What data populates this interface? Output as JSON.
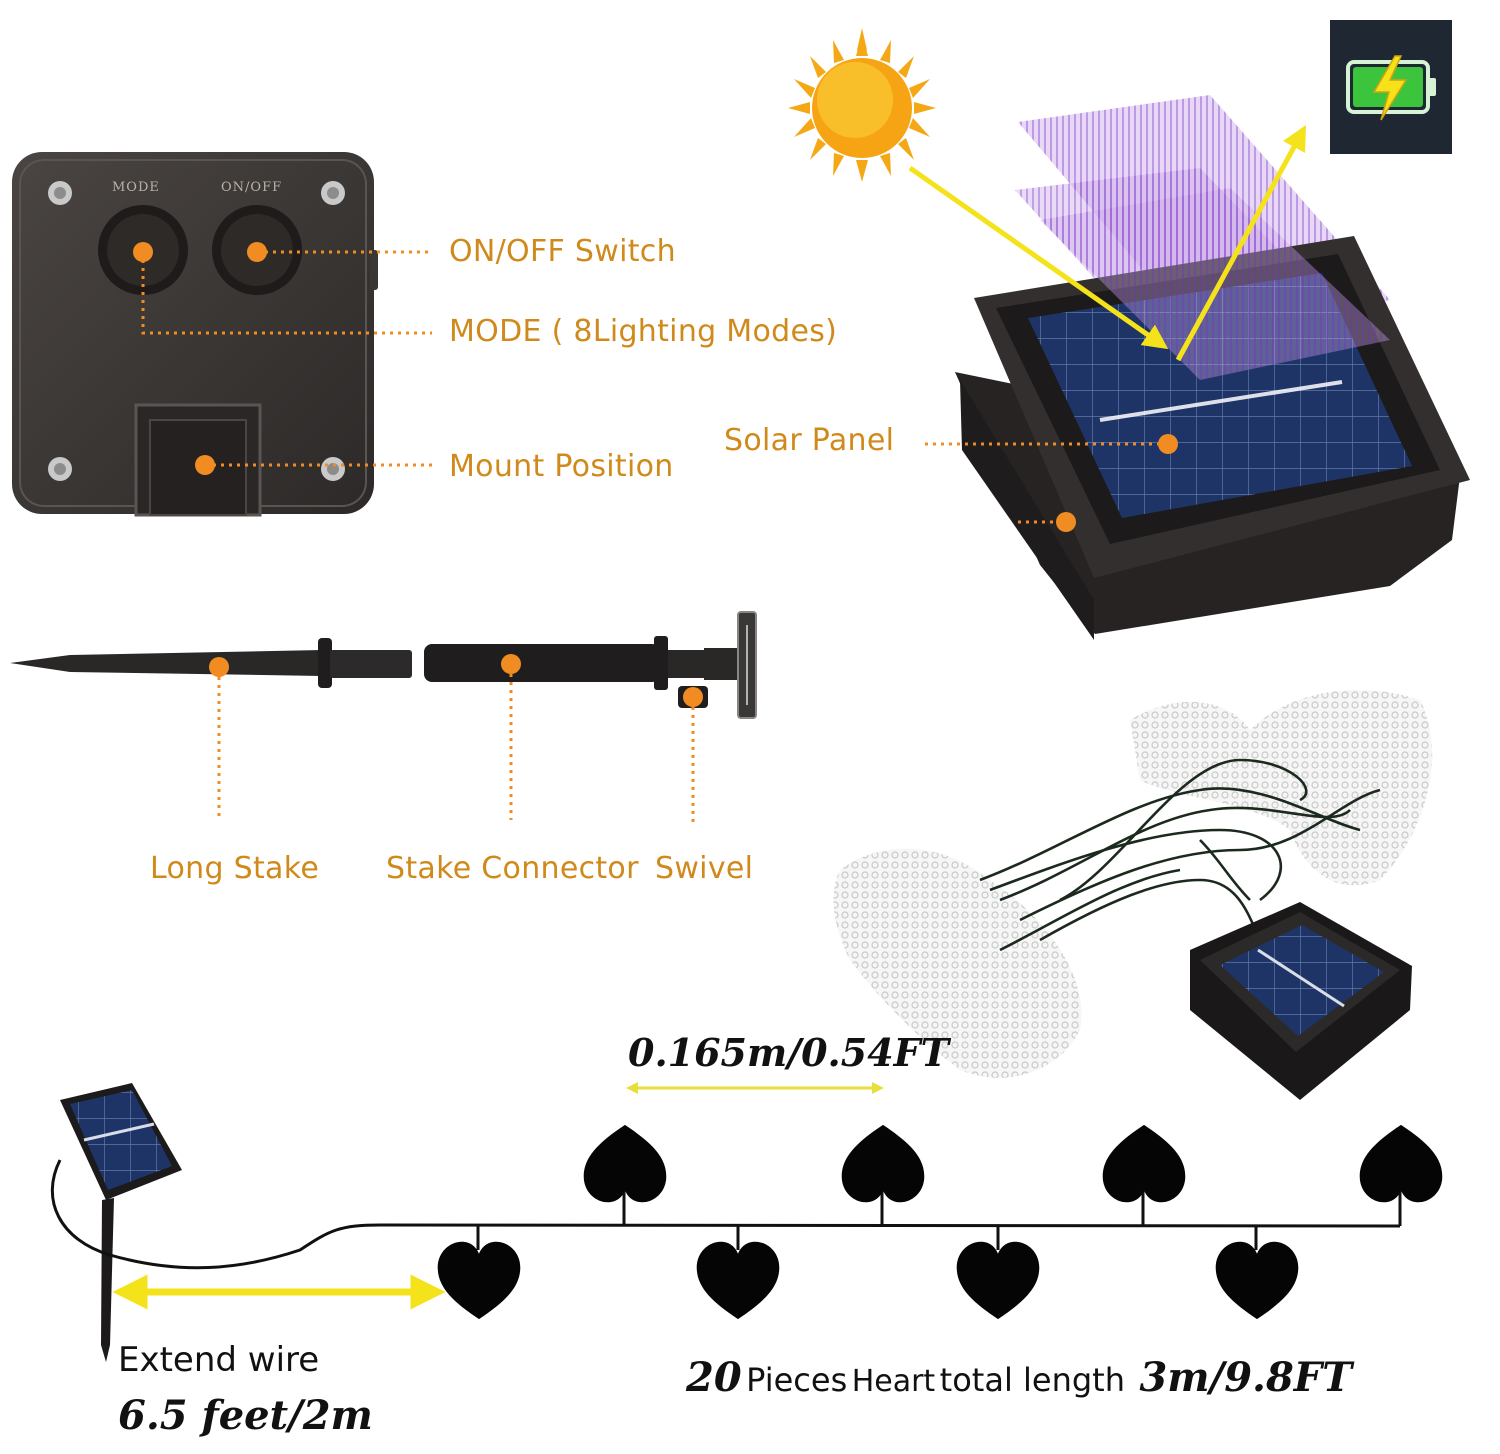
{
  "control_box": {
    "mode_text": "MODE",
    "onoff_text": "ON/OFF"
  },
  "callouts": {
    "onoff_switch": "ON/OFF Switch",
    "mode": "MODE ( 8Lighting Modes)",
    "mount": "Mount Position",
    "solar_panel": "Solar Panel",
    "long_stake": "Long Stake",
    "stake_connector": "Stake Connector",
    "swivel": "Swivel"
  },
  "dimensions": {
    "spacing": "0.165m/0.54FT",
    "extend_wire": "Extend wire",
    "extend_length": "6.5 feet/2m",
    "count": "20",
    "pieces_text": "Pieces",
    "heart_text": "Heart",
    "total_length_text": "total length",
    "total_length": "3m/9.8FT"
  },
  "icons": [
    "sun-icon",
    "battery-charging-icon",
    "heart-icon"
  ],
  "colors": {
    "accent_orange": "#f08c22",
    "label_orange": "#d08a1c",
    "arrow_yellow": "#f4e21a",
    "battery_green": "#3bc43c",
    "battery_bg": "#1f2733"
  }
}
